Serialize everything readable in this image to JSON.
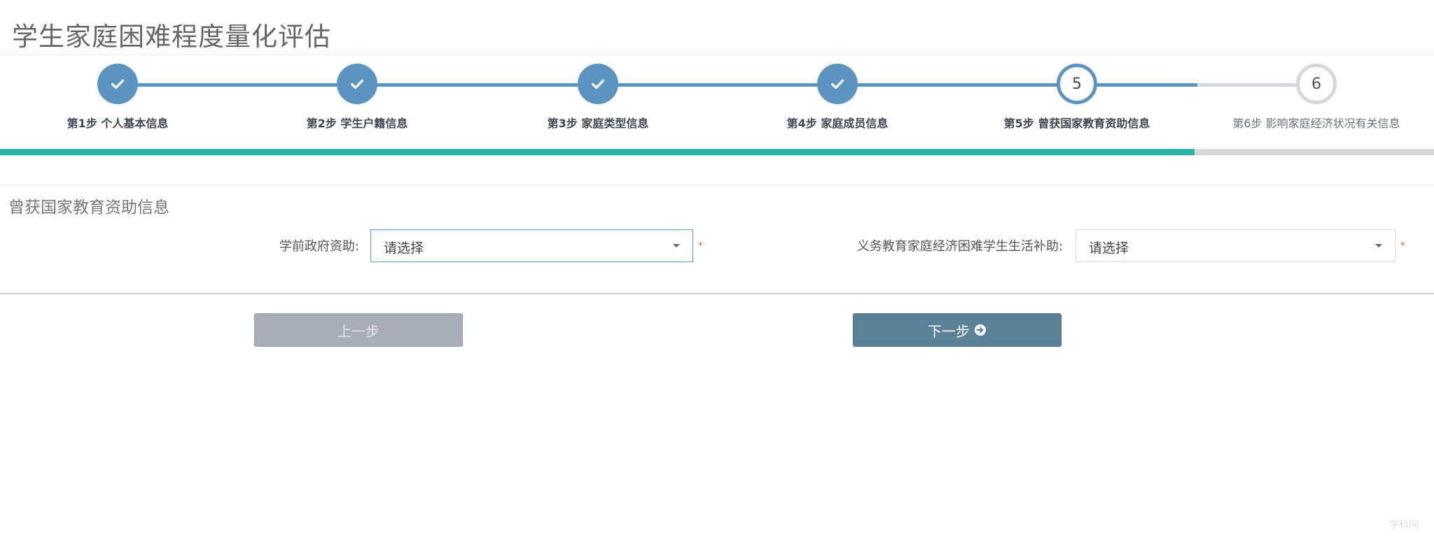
{
  "page": {
    "title": "学生家庭困难程度量化评估"
  },
  "wizard": {
    "steps": [
      {
        "label": "第1步 个人基本信息",
        "status": "done",
        "number": "1"
      },
      {
        "label": "第2步 学生户籍信息",
        "status": "done",
        "number": "2"
      },
      {
        "label": "第3步 家庭类型信息",
        "status": "done",
        "number": "3"
      },
      {
        "label": "第4步 家庭成员信息",
        "status": "done",
        "number": "4"
      },
      {
        "label": "第5步 曾获国家教育资助信息",
        "status": "active",
        "number": "5"
      },
      {
        "label": "第6步 影响家庭经济状况有关信息",
        "status": "todo",
        "number": "6"
      }
    ],
    "progress_fraction": 0.833,
    "colors": {
      "done": "#5b93c1",
      "todo": "#d6d8dd",
      "progress": "#2bb3a7"
    }
  },
  "section": {
    "title": "曾获国家教育资助信息"
  },
  "form": {
    "fields": [
      {
        "label": "学前政府资助:",
        "value": "请选择",
        "required_mark": "*"
      },
      {
        "label": "义务教育家庭经济困难学生生活补助:",
        "value": "请选择",
        "required_mark": "*"
      }
    ]
  },
  "buttons": {
    "prev_label": "上一步",
    "next_label": "下一步"
  },
  "icons": {
    "check": "check-icon",
    "caret": "caret-down-icon",
    "next_arrow": "arrow-circle-right-icon"
  },
  "watermark": {
    "text": "学科网"
  }
}
